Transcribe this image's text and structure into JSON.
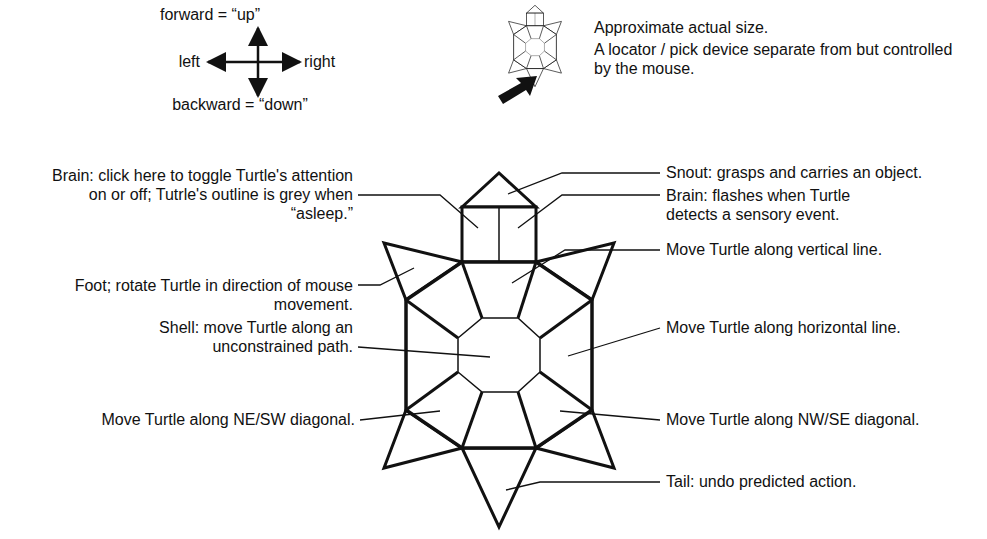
{
  "diagram": {
    "labels": [
      "forward = “up”",
      "left",
      "right",
      "backward = “down”",
      "Approximate actual size.",
      "A locator / pick device separate from but controlled by the mouse.",
      "Snout: grasps and carries an object.",
      "Brain: click here to toggle Turtle's attention on or off; Tutrle's outline is grey when “asleep.”",
      "Brain: flashes when Turtle detects a sensory event.",
      "Foot; rotate Turtle in direction of mouse movement.",
      "Move Turtle along vertical line.",
      "Shell: move Turtle along an unconstrained path.",
      "Move Turtle along horizontal line.",
      "Move Turtle along NE/SW diagonal.",
      "Move Turtle along NW/SE diagonal.",
      "Tail: undo predicted action."
    ]
  }
}
